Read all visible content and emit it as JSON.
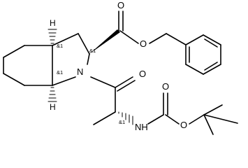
{
  "molecule": {
    "atoms": {
      "O_carbonyl_ester": "O",
      "O_ester": "O",
      "N_ring": "N",
      "O_amide": "O",
      "NH_carbamate": "NH",
      "O_carbamate_ester": "O",
      "O_carbamate_carbonyl": "O",
      "H_top": "H",
      "H_bottom": "H"
    },
    "stereo_labels": {
      "c3a": "&1",
      "c2": "&1",
      "c6a": "&1",
      "ala_alpha": "&1"
    }
  }
}
